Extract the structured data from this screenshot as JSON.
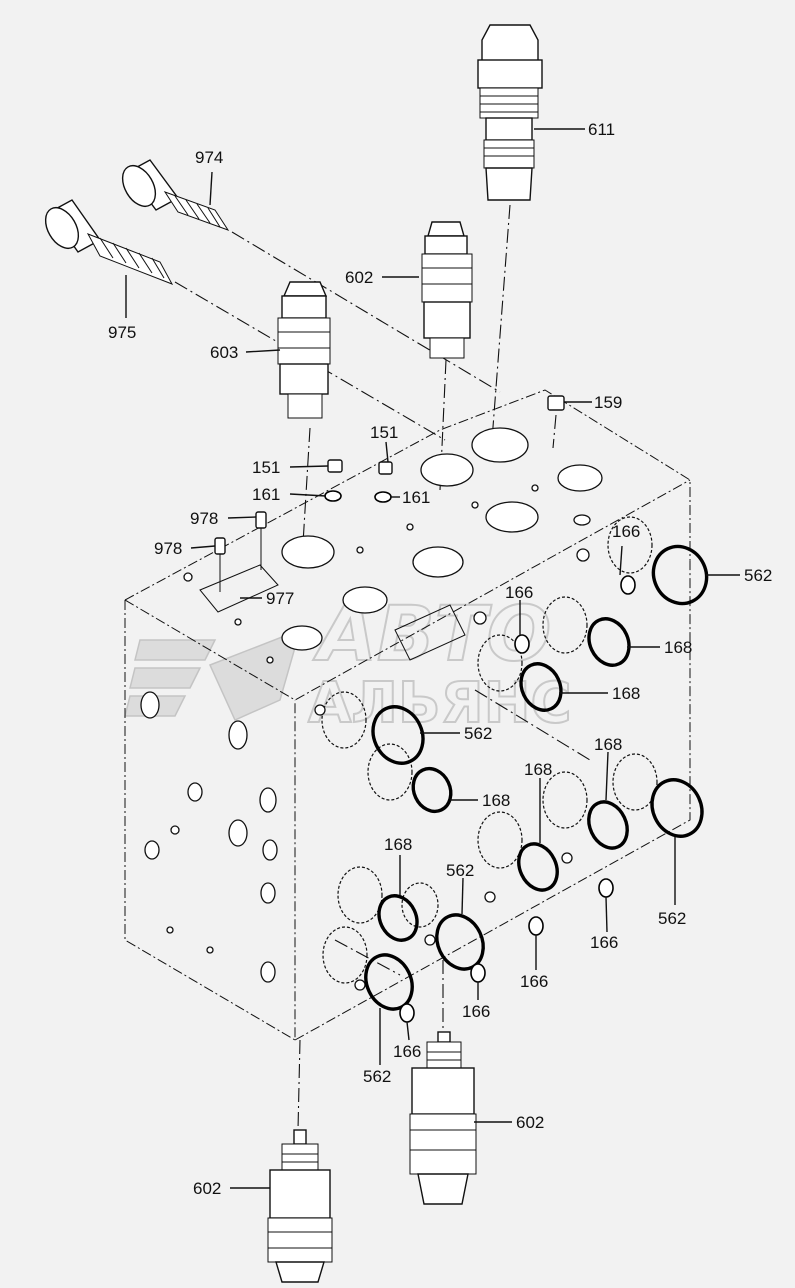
{
  "watermark": {
    "line1": "АВТО",
    "line2": "АЛЬЯНС"
  },
  "callouts": {
    "c611": "611",
    "c974": "974",
    "c975": "975",
    "c602_top": "602",
    "c603": "603",
    "c159": "159",
    "c151_a": "151",
    "c151_b": "151",
    "c161_a": "161",
    "c161_b": "161",
    "c978_a": "978",
    "c978_b": "978",
    "c977": "977",
    "c166_a": "166",
    "c166_b": "166",
    "c562_a": "562",
    "c168_a": "168",
    "c168_b": "168",
    "c562_b": "562",
    "c168_c": "168",
    "c168_d": "168",
    "c168_e": "168",
    "c168_f": "168",
    "c562_c": "562",
    "c562_d": "562",
    "c166_c": "166",
    "c166_d": "166",
    "c166_e": "166",
    "c166_f": "166",
    "c562_e": "562",
    "c602_right": "602",
    "c602_left": "602"
  }
}
